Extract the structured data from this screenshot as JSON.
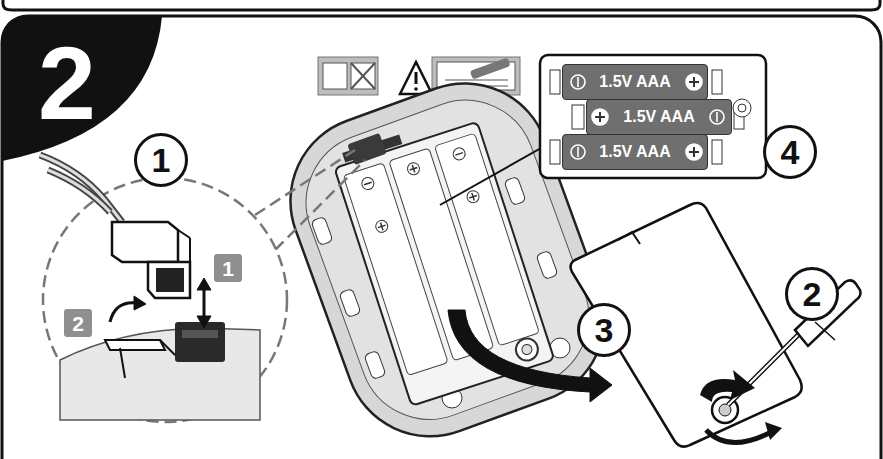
{
  "diagram": {
    "nodes": [
      {
        "text": [
          "2"
        ]
      },
      {
        "text": [
          "1"
        ]
      },
      {
        "text": [
          "1"
        ]
      },
      {
        "text": [
          "2"
        ]
      },
      {
        "text": [
          "1.5V AAA"
        ]
      },
      {
        "text": [
          "1.5V AAA"
        ]
      },
      {
        "text": [
          "1.5V AAA"
        ]
      },
      {
        "text": [
          "4"
        ]
      },
      {
        "text": [
          "2"
        ]
      },
      {
        "text": [
          "3"
        ]
      }
    ]
  }
}
